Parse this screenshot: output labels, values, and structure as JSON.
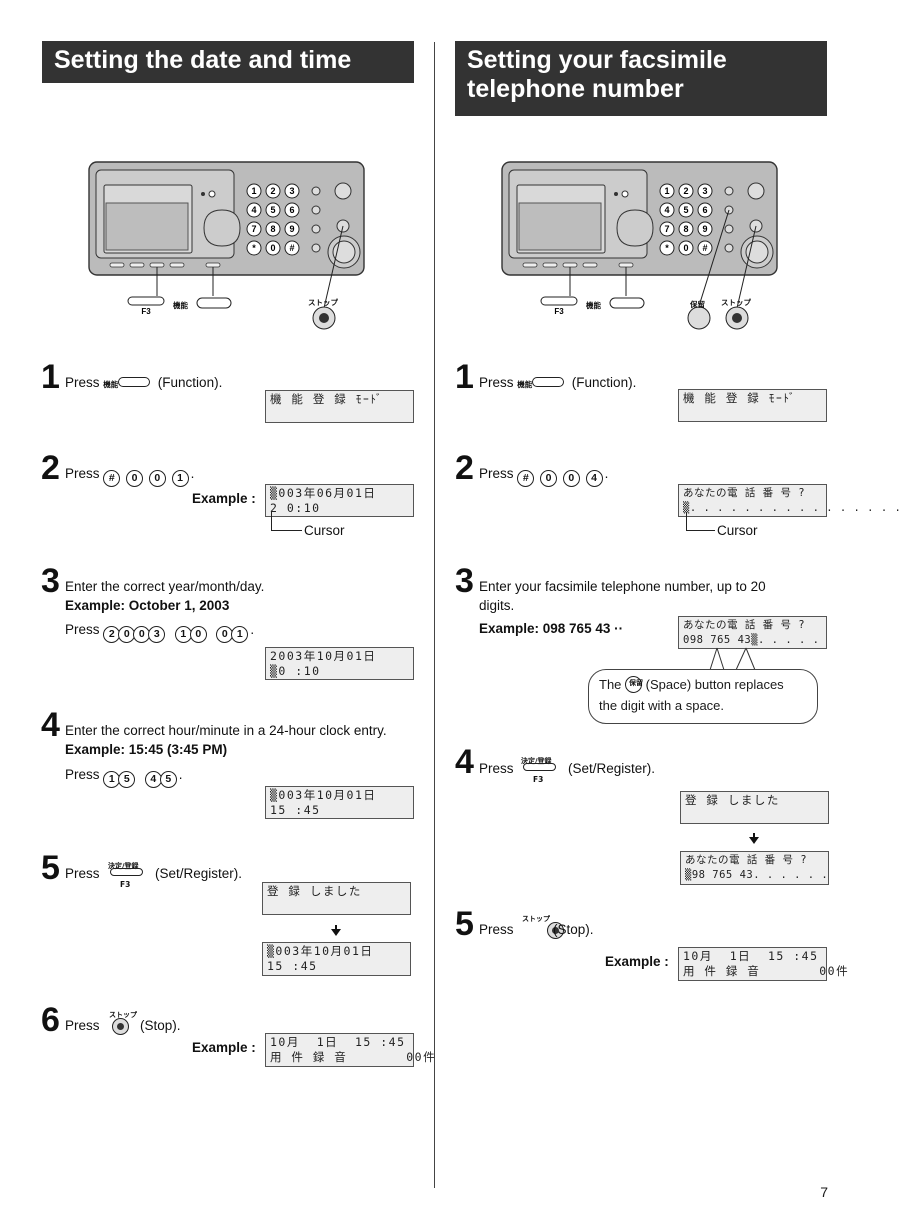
{
  "left": {
    "title": "Setting the date and time",
    "panel_labels": {
      "function_jp": "機能",
      "f3": "F3",
      "stop_jp": "ストップ"
    },
    "steps": [
      {
        "num": "1",
        "pre": "Press",
        "btn": "機能",
        "post": "(Function).",
        "lcd": [
          "機 能 登 録 ﾓｰﾄﾞ"
        ]
      },
      {
        "num": "2",
        "pre": "Press",
        "keys": [
          "#",
          "0",
          "0",
          "1"
        ],
        "example": "Example :",
        "lcd": [
          "▒003年06月01日",
          "2 0:10"
        ],
        "cursor": "Cursor"
      },
      {
        "num": "3",
        "text": "Enter the correct year/month/day.",
        "example": "Example: October 1, 2003",
        "pre": "Press",
        "keys": [
          "2",
          "0",
          "0",
          "3",
          "1",
          "0",
          "0",
          "1"
        ],
        "lcd": [
          "2003年10月01日",
          "▒0 :10"
        ]
      },
      {
        "num": "4",
        "text": "Enter the correct hour/minute in a 24-hour clock entry.",
        "example": "Example: 15:45 (3:45 PM)",
        "pre": "Press",
        "keys": [
          "1",
          "5",
          "4",
          "5"
        ],
        "lcd": [
          "▒003年10月01日",
          "15 :45"
        ]
      },
      {
        "num": "5",
        "pre": "Press",
        "btn_top": "決定/登録",
        "btn_bottom": "F3",
        "post": "(Set/Register).",
        "lcd_a": [
          "登 録 しました"
        ],
        "lcd_b": [
          "▒003年10月01日",
          "15 :45"
        ]
      },
      {
        "num": "6",
        "pre": "Press",
        "btn_top": "ストップ",
        "post": "(Stop).",
        "example": "Example :",
        "lcd": [
          "10月  1日  15 :45",
          "用 件 録 音       00件"
        ]
      }
    ]
  },
  "right": {
    "title_line1": "Setting your facsimile",
    "title_line2": "telephone number",
    "panel_labels": {
      "function_jp": "機能",
      "f3": "F3",
      "hold_jp": "保留",
      "stop_jp": "ストップ"
    },
    "steps": [
      {
        "num": "1",
        "pre": "Press",
        "btn": "機能",
        "post": "(Function).",
        "lcd": [
          "機 能 登 録 ﾓｰﾄﾞ"
        ]
      },
      {
        "num": "2",
        "pre": "Press",
        "keys": [
          "#",
          "0",
          "0",
          "4"
        ],
        "lcd": [
          "あなたの電 話 番 号 ?",
          "▒. . . . . . . . . . . . . . . ."
        ],
        "cursor": "Cursor"
      },
      {
        "num": "3",
        "text_line1": "Enter your facsimile telephone number, up to 20",
        "text_line2": "digits.",
        "example": "Example: 098 765 43",
        "lcd": [
          "あなたの電 話 番 号 ?",
          "098 765 43▒. . . . ."
        ],
        "bubble_jp": "保留",
        "bubble_pre": "The",
        "bubble_post": "(Space) button replaces",
        "bubble_line2": "the digit with a space."
      },
      {
        "num": "4",
        "pre": "Press",
        "btn_top": "決定/登録",
        "btn_bottom": "F3",
        "post": "(Set/Register).",
        "lcd_a": [
          "登 録 しました"
        ],
        "lcd_b": [
          "あなたの電 話 番 号 ?",
          "▒98 765 43. . . . . ."
        ]
      },
      {
        "num": "5",
        "pre": "Press",
        "btn_top": "ストップ",
        "post": "(Stop).",
        "example": "Example :",
        "lcd": [
          "10月  1日  15 :45",
          "用 件 録 音       00件"
        ]
      }
    ]
  },
  "page_number": "7"
}
